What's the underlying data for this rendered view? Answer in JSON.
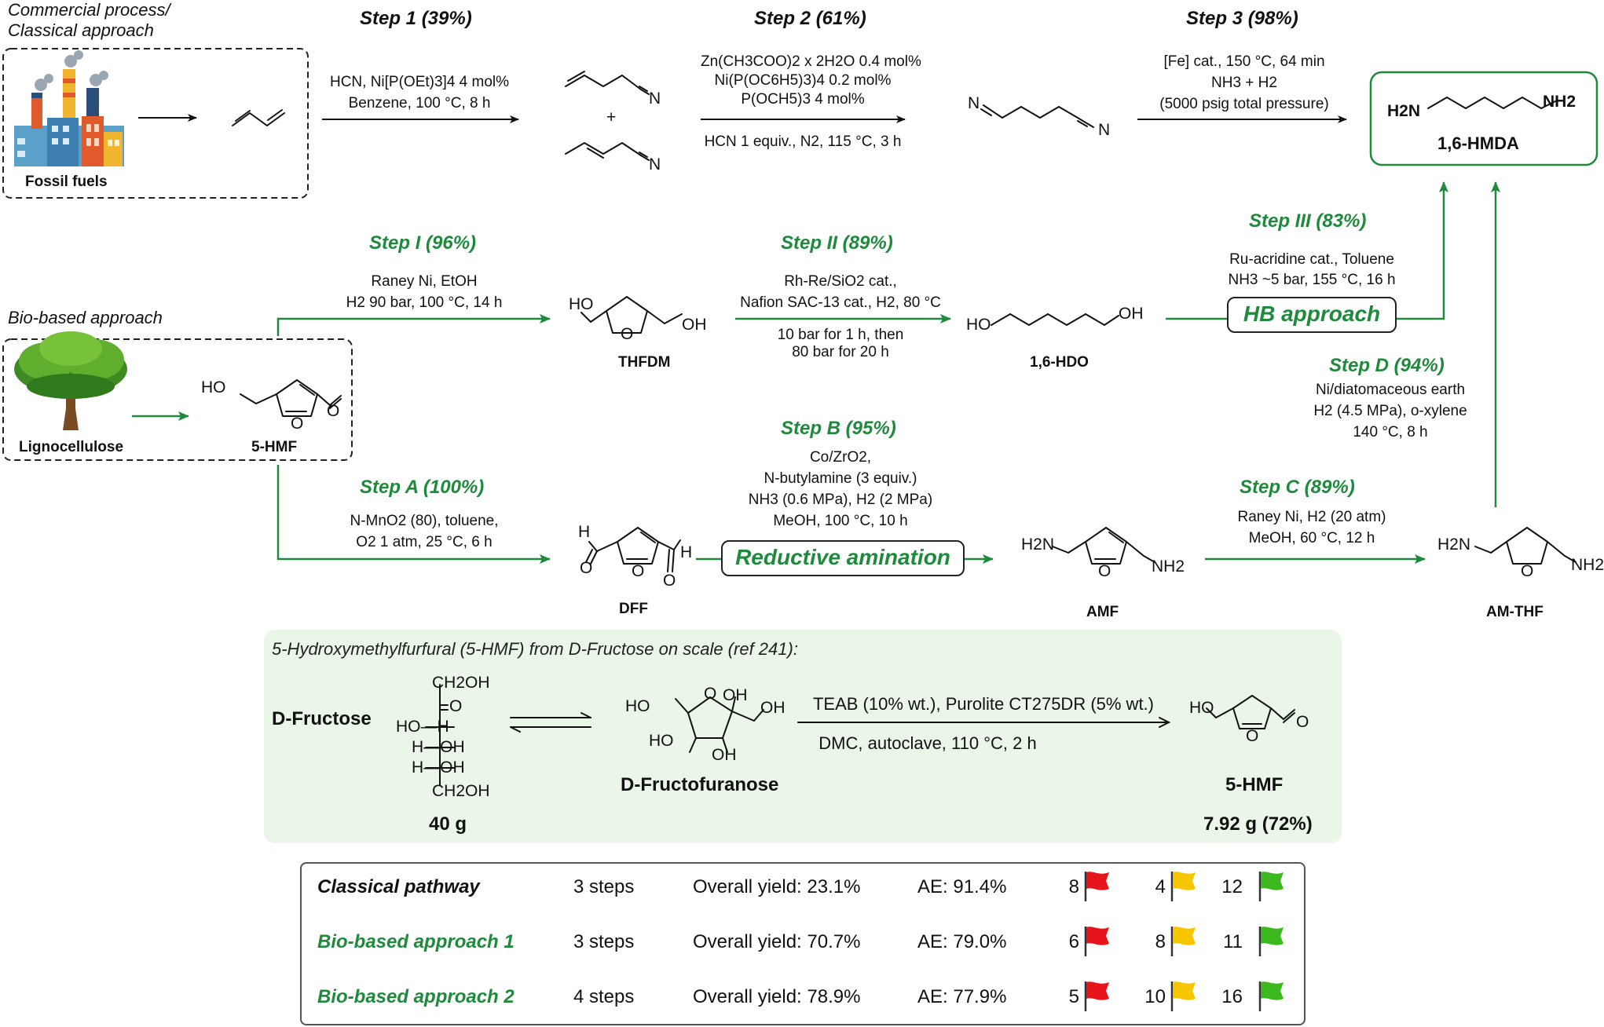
{
  "sections": {
    "classical_title_1": "Commercial process/",
    "classical_title_2": "Classical approach",
    "bio_title": "Bio-based approach"
  },
  "labels": {
    "fossil": "Fossil fuels",
    "lignocellulose": "Lignocellulose",
    "hmf": "5-HMF",
    "thfdm": "THFDM",
    "hdo": "1,6-HDO",
    "dff": "DFF",
    "amf": "AMF",
    "amthf": "AM-THF",
    "hmda": "1,6-HMDA"
  },
  "steps": {
    "s1": "Step 1 (39%)",
    "s2": "Step 2 (61%)",
    "s3": "Step 3 (98%)",
    "sI": "Step I (96%)",
    "sII": "Step II (89%)",
    "sIII": "Step III (83%)",
    "sA": "Step A (100%)",
    "sB": "Step B (95%)",
    "sC": "Step C (89%)",
    "sD": "Step D (94%)"
  },
  "conditions": {
    "s1_a": "HCN, Ni[P(OEt)3]4 4 mol%",
    "s1_b": "Benzene, 100 °C, 8 h",
    "s2_a": "Zn(CH3COO)2 x 2H2O 0.4 mol%",
    "s2_b": "Ni(P(OC6H5)3)4  0.2 mol%",
    "s2_c": "P(OCH5)3 4 mol%",
    "s2_d": "HCN 1 equiv., N2, 115 °C, 3 h",
    "s3_a": "[Fe] cat., 150 °C, 64 min",
    "s3_b": "NH3 + H2",
    "s3_c": "(5000 psig total pressure)",
    "sI_a": "Raney Ni, EtOH",
    "sI_b": "H2 90 bar, 100 °C, 14 h",
    "sII_a": "Rh-Re/SiO2 cat.,",
    "sII_b": "Nafion SAC-13 cat., H2, 80 °C",
    "sII_c": "10 bar for 1 h, then",
    "sII_d": "80 bar for 20 h",
    "sIII_a": "Ru-acridine cat., Toluene",
    "sIII_b": "NH3 ~5 bar, 155 °C, 16 h",
    "sA_a": "N-MnO2 (80), toluene,",
    "sA_b": "O2 1 atm, 25 °C, 6 h",
    "sB_a": "Co/ZrO2,",
    "sB_b": "N-butylamine (3 equiv.)",
    "sB_c": "NH3 (0.6 MPa), H2 (2 MPa)",
    "sB_d": "MeOH, 100 °C, 10 h",
    "sC_a": "Raney Ni, H2 (20 atm)",
    "sC_b": "MeOH, 60 °C, 12 h",
    "sD_a": "Ni/diatomaceous earth",
    "sD_b": "H2 (4.5 MPa), o-xylene",
    "sD_c": "140 °C, 8 h"
  },
  "callouts": {
    "hb": "HB approach",
    "ra": "Reductive amination"
  },
  "structure_text": {
    "plus": "+",
    "N": "N",
    "HO": "HO",
    "OH": "OH",
    "O": "O",
    "H": "H",
    "H2N": "H2N",
    "NH2": "NH2"
  },
  "inset": {
    "title": "5-Hydroxymethylfurfural (5-HMF) from D-Fructose on scale (ref 241):",
    "fructose": "D-Fructose",
    "fructofuranose": "D-Fructofuranose",
    "ch2oh": "CH2OH",
    "f_o": "O",
    "f_ho_h": "HO—H",
    "f_h_oh": "H—OH",
    "mass_in": "40 g",
    "cond_top": "TEAB (10% wt.), Purolite CT275DR (5% wt.)",
    "cond_bottom": "DMC, autoclave, 110 °C, 2 h",
    "product": "5-HMF",
    "mass_out": "7.92 g (72%)"
  },
  "summary": [
    {
      "name": "Classical pathway",
      "steps": "3 steps",
      "yield": "Overall yield: 23.1%",
      "ae": "AE: 91.4%",
      "red": "8",
      "yellow": "4",
      "green": "12",
      "name_color": "#111111"
    },
    {
      "name": "Bio-based approach 1",
      "steps": "3 steps",
      "yield": "Overall yield: 70.7%",
      "ae": "AE: 79.0%",
      "red": "6",
      "yellow": "8",
      "green": "11",
      "name_color": "#1e8a3c"
    },
    {
      "name": "Bio-based approach 2",
      "steps": "4 steps",
      "yield": "Overall yield: 78.9%",
      "ae": "AE: 77.9%",
      "red": "5",
      "yellow": "10",
      "green": "16",
      "name_color": "#1e8a3c"
    }
  ],
  "colors": {
    "green": "#1e8a3c",
    "flag_red": "#e8141b",
    "flag_yellow": "#f7c600",
    "flag_green": "#3cb91e",
    "inset_bg": "#eaf6e8"
  }
}
